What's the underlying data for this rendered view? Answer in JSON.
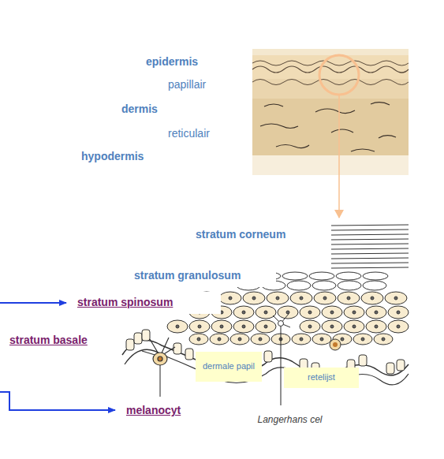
{
  "diagram": {
    "nodes": [
      {
        "text": [
          "epidermis",
          "papillair",
          "dermis",
          "reticulair",
          "hypodermis"
        ]
      },
      {
        "text": [
          "stratum corneum"
        ]
      },
      {
        "text": [
          "stratum granulosum"
        ]
      },
      {
        "text": [
          "stratum spinosum"
        ]
      },
      {
        "text": [
          "stratum basale"
        ]
      },
      {
        "text": [
          "dermale papil"
        ]
      },
      {
        "text": [
          "retelijst"
        ]
      },
      {
        "text": [
          "melanocyt"
        ]
      },
      {
        "text": [
          "Langerhans cel"
        ]
      }
    ]
  }
}
